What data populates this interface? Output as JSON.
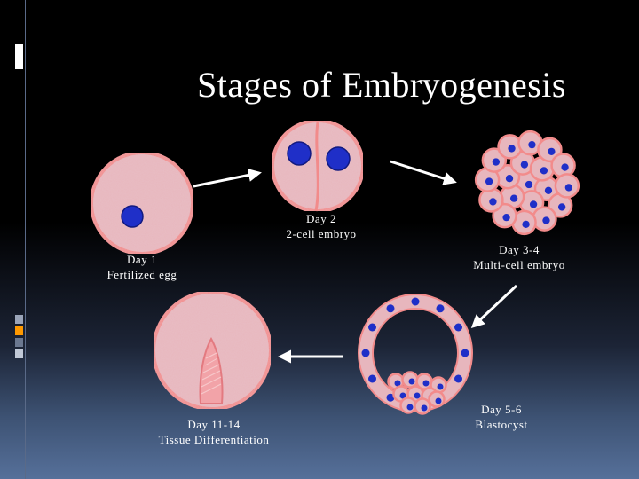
{
  "slide": {
    "title": "Stages of Embryogenesis"
  },
  "stages": [
    {
      "day": "Day 1",
      "label": "Fertilized egg"
    },
    {
      "day": "Day 2",
      "label": "2-cell embryo"
    },
    {
      "day": "Day 3-4",
      "label": "Multi-cell embryo"
    },
    {
      "day": "Day 5-6",
      "label": "Blastocyst"
    },
    {
      "day": "Day 11-14",
      "label": "Tissue Differentiation"
    }
  ],
  "colors": {
    "background": "#000000",
    "cell_fill": "#e9b9bf",
    "cell_border": "#f08080",
    "nucleus": "#1f2fc8",
    "arrow": "#ffffff",
    "accent_marks": [
      "#ffffff",
      "#ff9900",
      "#8a94a8"
    ]
  }
}
